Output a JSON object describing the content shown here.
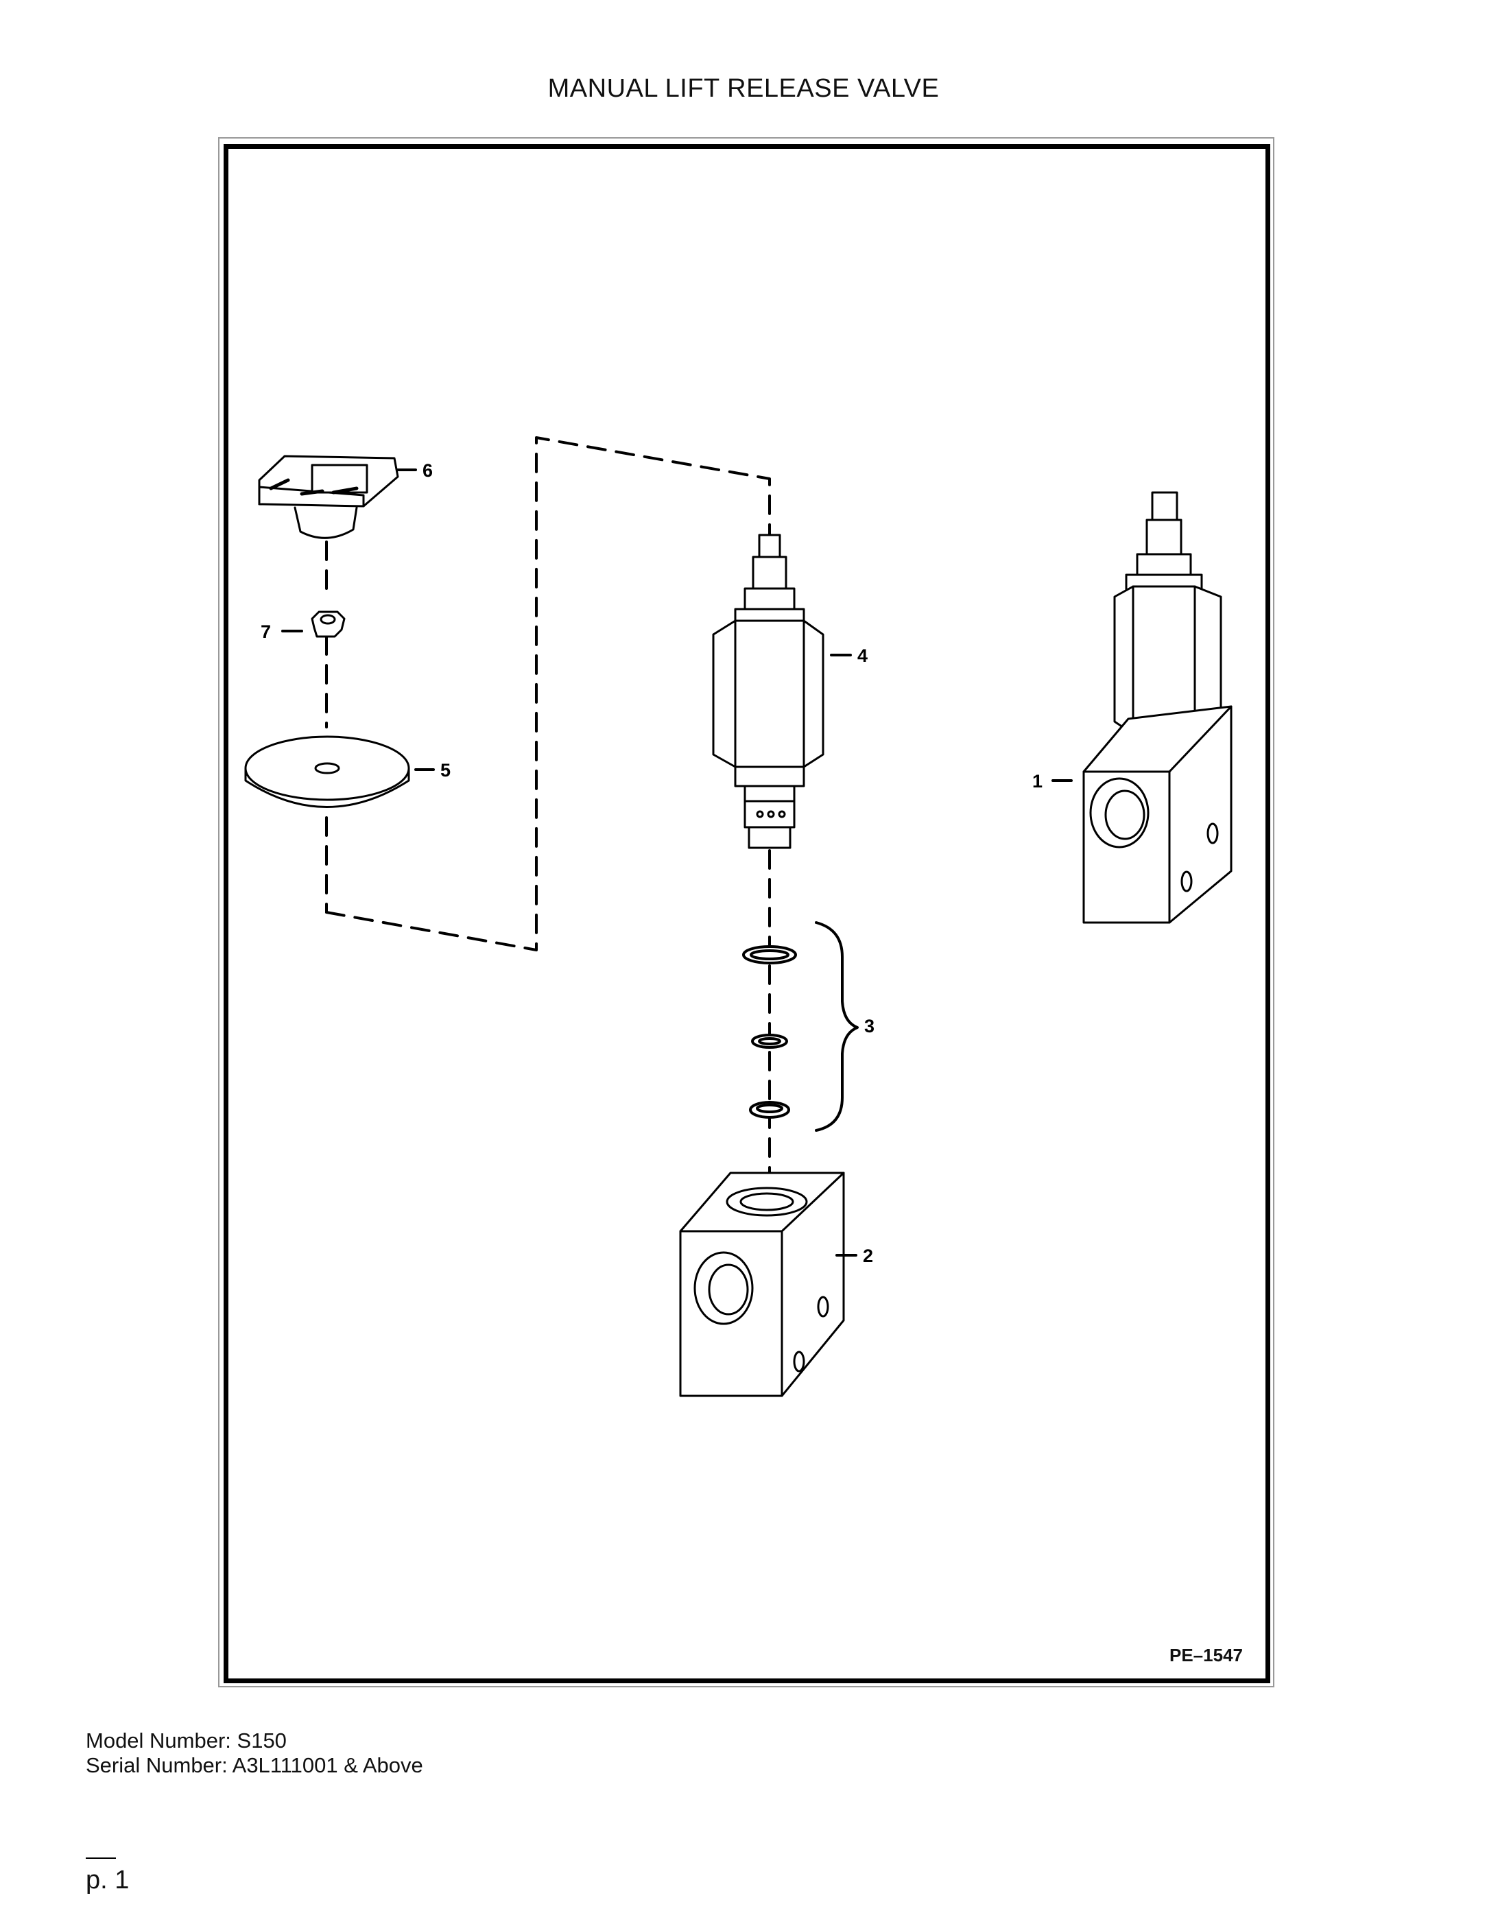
{
  "page": {
    "title": "MANUAL LIFT RELEASE VALVE",
    "drawing_code": "PE–1547",
    "model_number": "Model Number: S150",
    "serial_number": "Serial Number: A3L111001 & Above",
    "page_number": "p. 1"
  },
  "callouts": {
    "c1": "1",
    "c2": "2",
    "c3": "3",
    "c4": "4",
    "c5": "5",
    "c6": "6",
    "c7": "7"
  }
}
